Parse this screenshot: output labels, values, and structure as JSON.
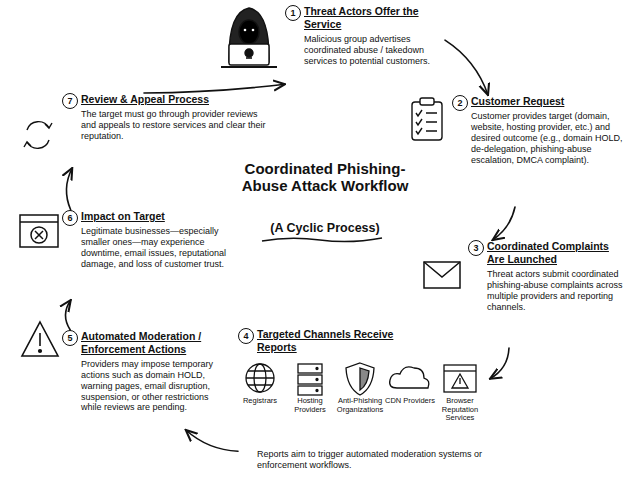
{
  "diagram": {
    "title": "Coordinated Phishing-Abuse Attack Workflow",
    "nodes": [
      {
        "text": [
          "1",
          "Threat Actors Offer the Service",
          "Malicious group advertises coordinated abuse / takedown services to potential customers."
        ]
      },
      {
        "text": [
          "2",
          "Customer Request",
          "Customer provides target (domain, website, hosting provider, etc.) and desired outcome (e.g., domain HOLD, de-delegation, phishing-abuse escalation, DMCA complaint)."
        ]
      },
      {
        "text": [
          "3",
          "Coordinated Complaints Are Launched",
          "Threat actors submit coordinated phishing-abuse complaints across multiple providers and reporting channels."
        ]
      },
      {
        "text": [
          "4",
          "Targeted Channels Receive Reports",
          "Reports aim to trigger automated moderation systems or enforcement workflows."
        ]
      },
      {
        "text": [
          "5",
          "Automated Moderation / Enforcement Actions",
          "Providers may impose temporary actions such as domain HOLD, warning pages, email disruption, suspension, or other restrictions while reviews are pending."
        ]
      },
      {
        "text": [
          "6",
          "Impact on Target",
          "Legitimate businesses—especially smaller ones—may experience downtime, email issues, reputational damage, and loss of customer trust."
        ]
      },
      {
        "text": [
          "7",
          "Review & Appeal Process",
          "The target must go through provider reviews and appeals to restore services and clear their reputation."
        ]
      }
    ],
    "edges": [
      {
        "from": 0,
        "to": 1,
        "arrow": "to"
      },
      {
        "from": 1,
        "to": 2,
        "arrow": "to"
      },
      {
        "from": 2,
        "to": 3,
        "arrow": "to"
      },
      {
        "from": 3,
        "to": 4,
        "arrow": "to"
      },
      {
        "from": 4,
        "to": 5,
        "arrow": "to"
      },
      {
        "from": 5,
        "to": 6,
        "arrow": "to"
      },
      {
        "from": 6,
        "to": 0,
        "arrow": "to"
      }
    ],
    "labels": [
      "(A Cyclic Process)",
      "Registrars",
      "Hosting Providers",
      "Anti-Phishing Organizations",
      "CDN Providers",
      "Browser Reputation Services"
    ]
  }
}
